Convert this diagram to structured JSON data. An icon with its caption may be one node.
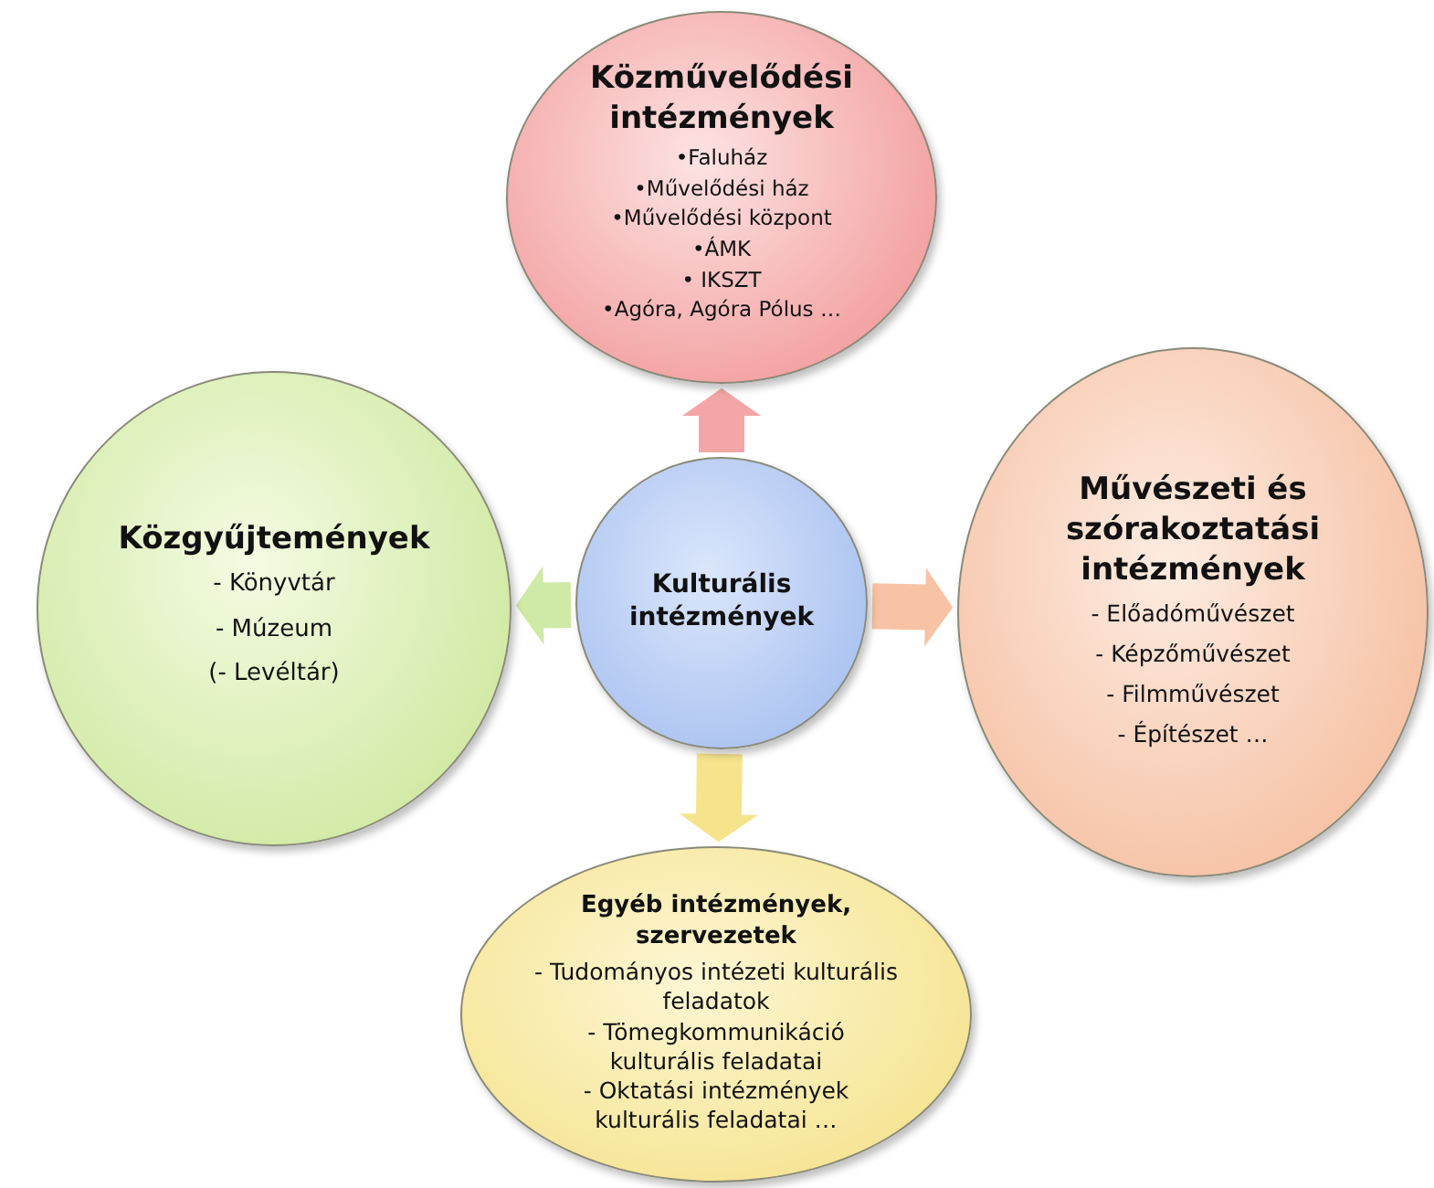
{
  "diagram": {
    "nodes": [
      {
        "text": [
          "Kulturális intézmények"
        ]
      },
      {
        "text": [
          "Közművelődési intézmények",
          "•Faluház",
          "•Művelődési ház",
          "•Művelődési központ",
          "•ÁMK",
          "• IKSZT",
          "•Agóra, Agóra Pólus …"
        ]
      },
      {
        "text": [
          "Művészeti és szórakoztatási intézmények",
          "- Előadóművészet",
          "- Képzőművészet",
          "- Filmművészet",
          "- Építészet …"
        ]
      },
      {
        "text": [
          "Egyéb intézmények, szervezetek",
          "- Tudományos intézeti kulturális feladatok",
          "- Tömegkommunikáció kulturális feladatai",
          "- Oktatási intézmények kulturális feladatai …"
        ]
      },
      {
        "text": [
          "Közgyűjtemények",
          "- Könyvtár",
          "- Múzeum",
          "(- Levéltár)"
        ]
      }
    ],
    "edges": [
      {
        "from": 0,
        "to": 1,
        "arrow": "to",
        "style": "thick",
        "color": "#f4a6a6"
      },
      {
        "from": 0,
        "to": 2,
        "arrow": "to",
        "style": "thick",
        "color": "#f8c3a4"
      },
      {
        "from": 0,
        "to": 3,
        "arrow": "to",
        "style": "thick",
        "color": "#f6e48c"
      },
      {
        "from": 0,
        "to": 4,
        "arrow": "to",
        "style": "thick",
        "color": "#cfe9a6"
      }
    ]
  }
}
